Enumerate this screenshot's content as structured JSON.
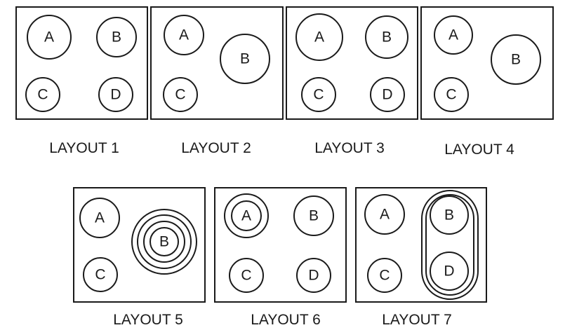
{
  "burner_labels": {
    "a": "A",
    "b": "B",
    "c": "C",
    "d": "D"
  },
  "layouts": [
    {
      "caption": "LAYOUT 1"
    },
    {
      "caption": "LAYOUT 2"
    },
    {
      "caption": "LAYOUT 3"
    },
    {
      "caption": "LAYOUT 4"
    },
    {
      "caption": "LAYOUT 5"
    },
    {
      "caption": "LAYOUT 6"
    },
    {
      "caption": "LAYOUT 7"
    }
  ]
}
